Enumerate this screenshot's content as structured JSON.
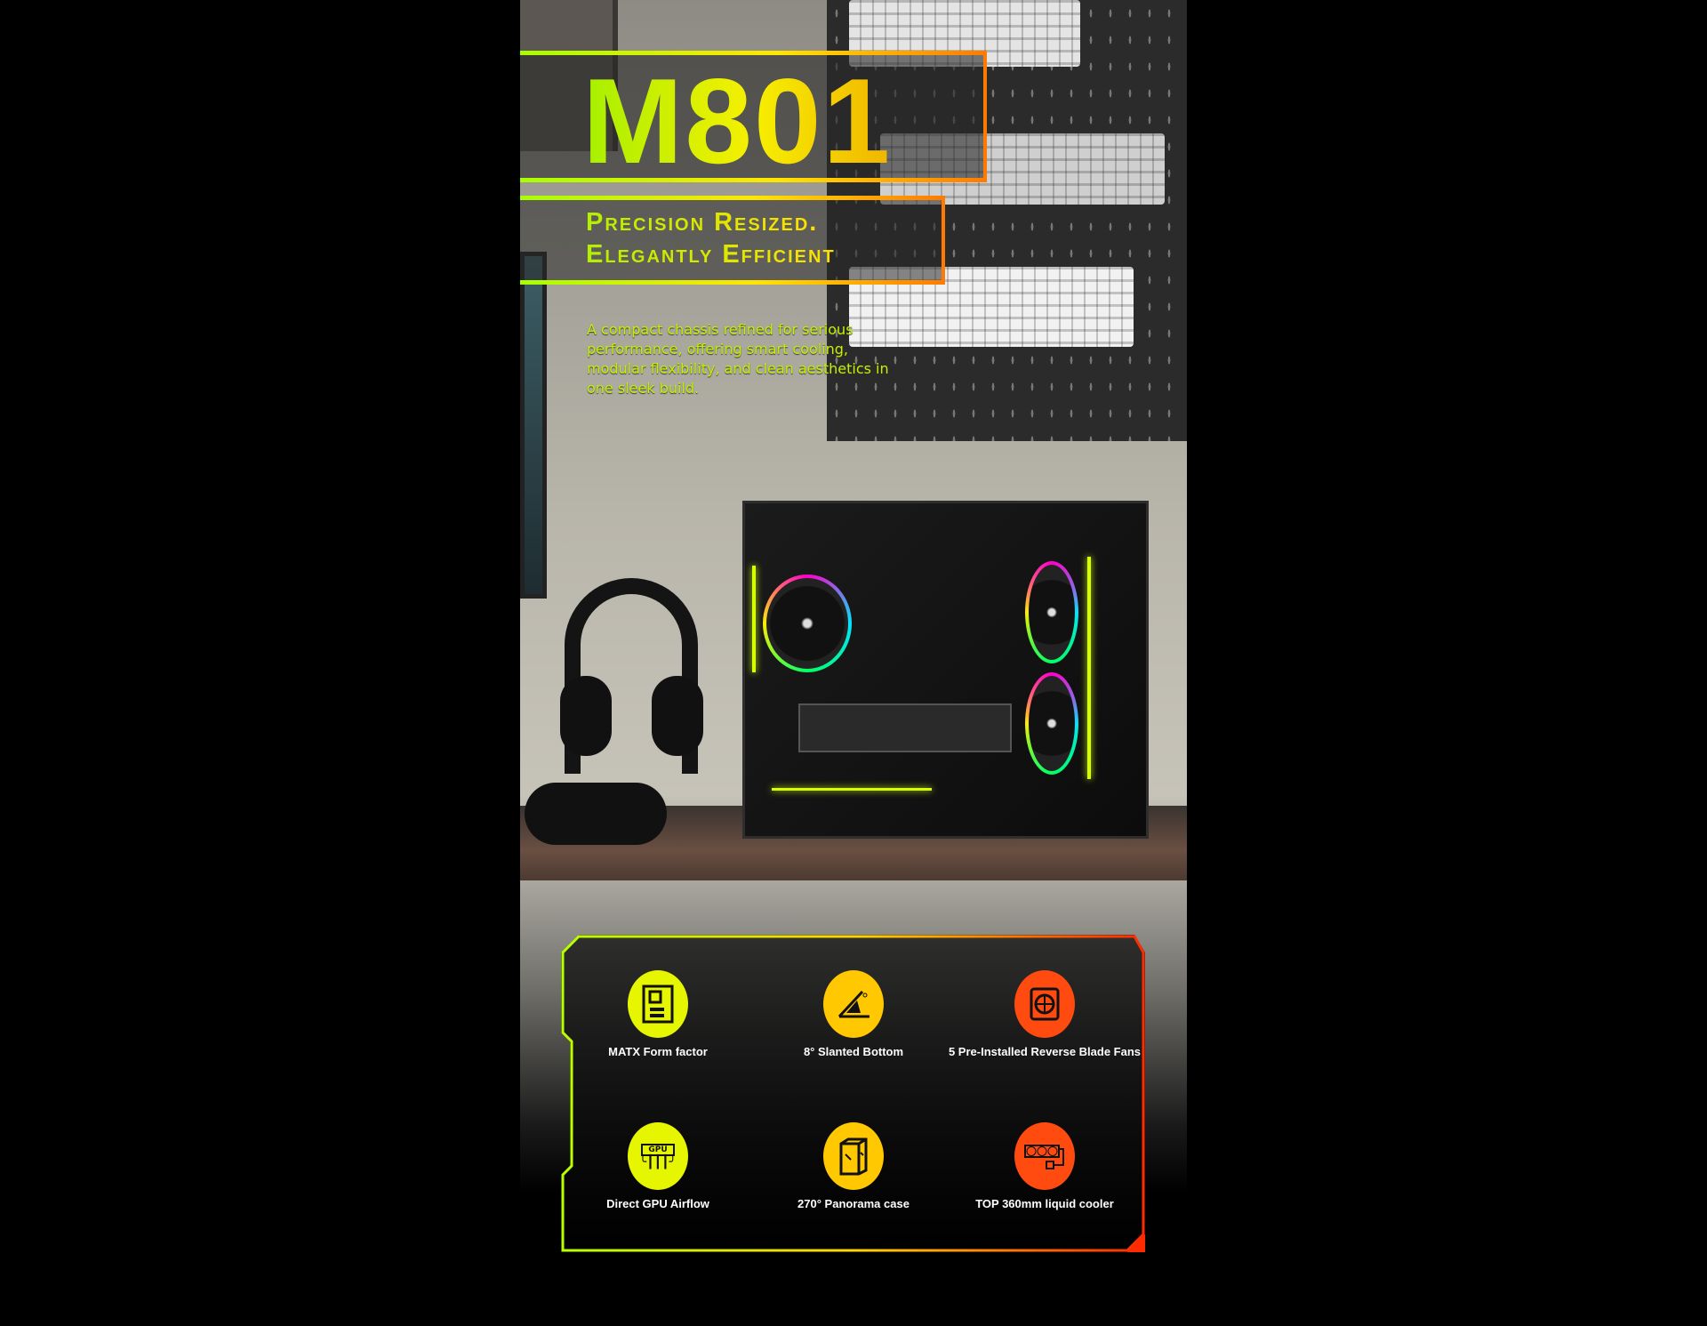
{
  "product": {
    "name": "M801",
    "tagline_line1": "Precision Resized.",
    "tagline_line2": "Elegantly Efficient",
    "description": "A compact chassis refined for serious performance, offering smart cooling, modular flexibility, and clean aesthetics in one sleek build."
  },
  "colors": {
    "lime": "#c6f000",
    "yellow": "#ffd500",
    "orange": "#ff7a00",
    "red": "#ff3b00"
  },
  "features": [
    {
      "label": "MATX Form factor",
      "icon": "motherboard-icon",
      "color": "#e6f500"
    },
    {
      "label": "8° Slanted Bottom",
      "icon": "angle-icon",
      "color": "#ffc800"
    },
    {
      "label": "5 Pre-Installed Reverse Blade Fans",
      "icon": "fan-icon",
      "color": "#ff4a10"
    },
    {
      "label": "Direct GPU Airflow",
      "icon": "gpu-icon",
      "color": "#e6f500"
    },
    {
      "label": "270° Panorama case",
      "icon": "glass-case-icon",
      "color": "#ffc800"
    },
    {
      "label": "TOP 360mm liquid cooler",
      "icon": "radiator-icon",
      "color": "#ff4a10"
    }
  ],
  "gpu_icon_text": "GPU"
}
